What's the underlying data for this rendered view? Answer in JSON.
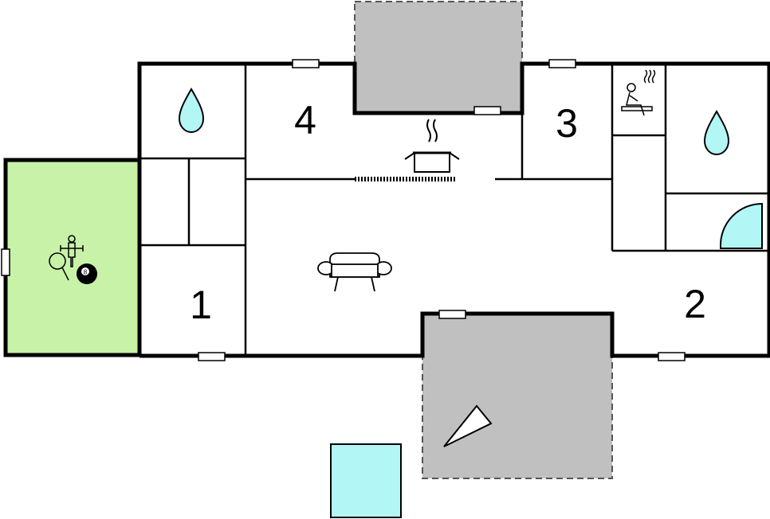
{
  "floorplan": {
    "rooms": [
      {
        "id": "bedroom-1",
        "label": "1"
      },
      {
        "id": "bedroom-2",
        "label": "2"
      },
      {
        "id": "bedroom-3",
        "label": "3"
      },
      {
        "id": "bedroom-4",
        "label": "4"
      }
    ],
    "icons": {
      "bathroom": "water-drop-icon",
      "sauna": "sauna-icon",
      "shower": "shower-icon",
      "kitchen": "cooking-pot-icon",
      "living": "sofa-icon",
      "game_room": "ping-pong-billiard-icon",
      "terrace": "triangle-marker-icon",
      "pool": "pool-icon",
      "billiard_ball": "8"
    },
    "colors": {
      "game_room": "#c7f2a7",
      "water": "#b3f6f6",
      "terrace": "#c0c0c0",
      "wall": "#000000",
      "window": "#ffffff"
    }
  }
}
